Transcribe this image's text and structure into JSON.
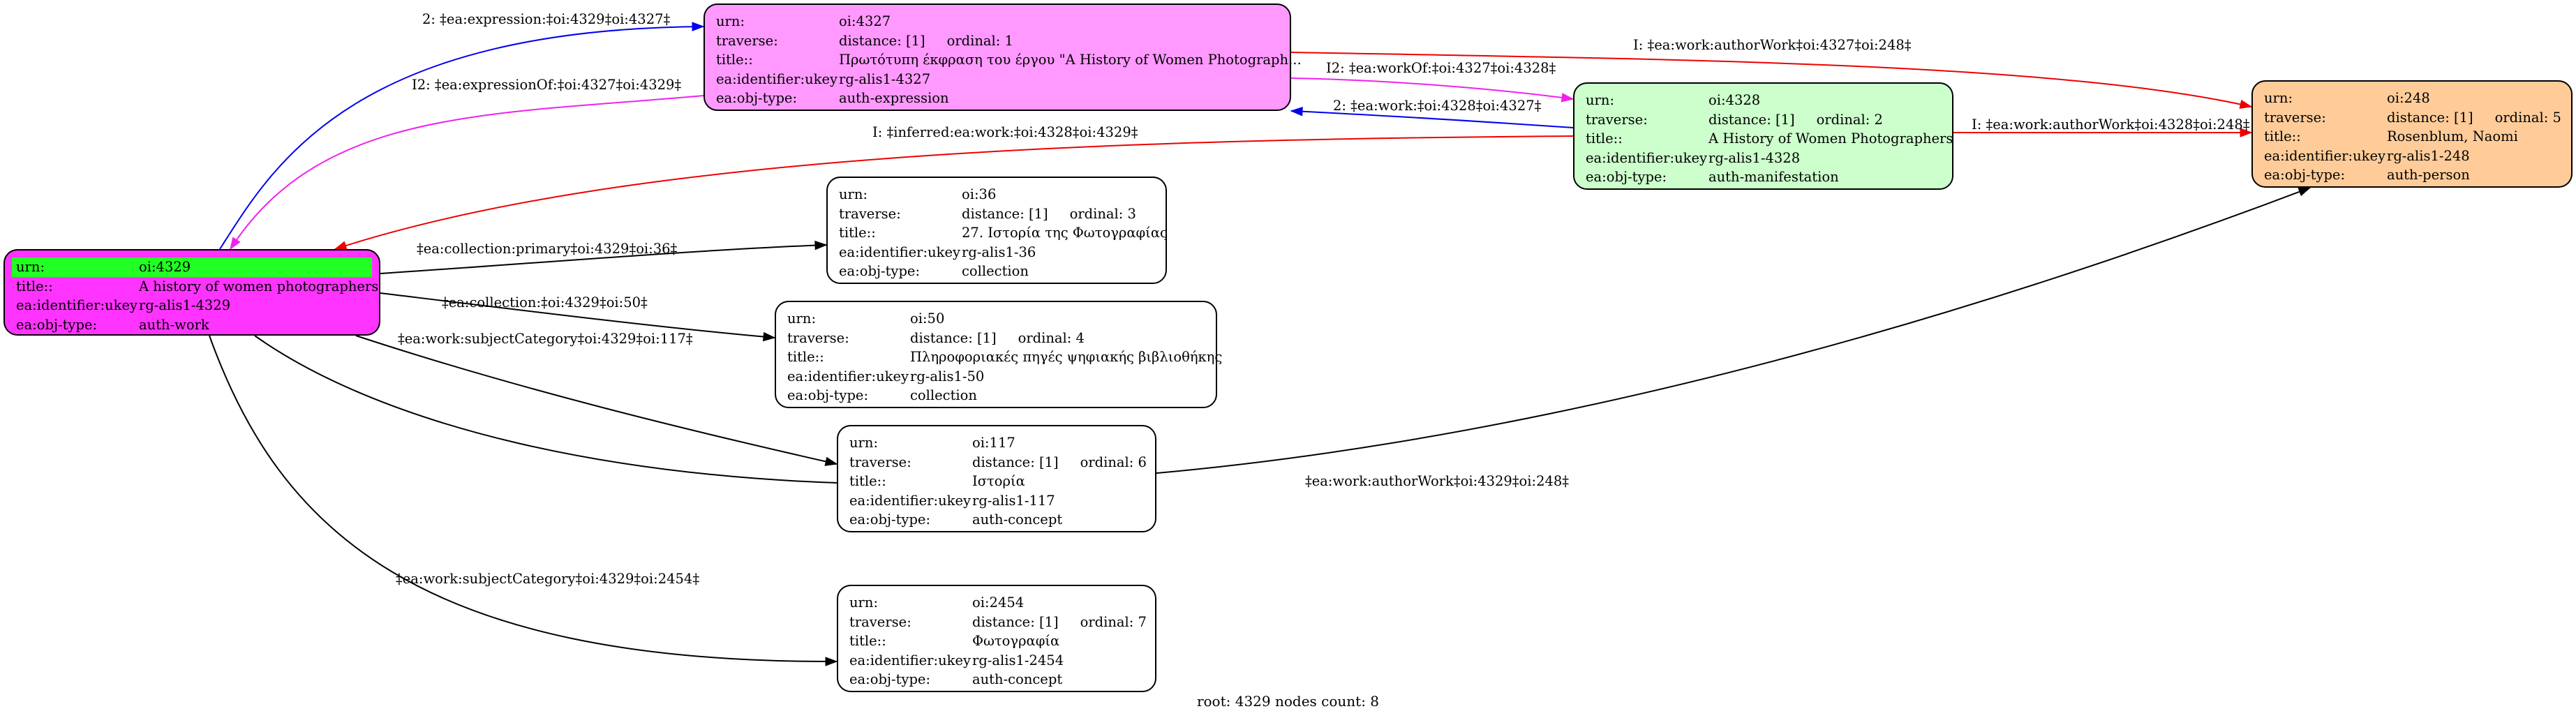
{
  "colors": {
    "root_fill": "#ff33ff",
    "root_urn_highlight": "#22ff22",
    "expression_fill": "#ff99ff",
    "manifestation_fill": "#ccffcc",
    "person_fill": "#ffcc99",
    "plain_fill": "#ffffff",
    "edge_blue": "#0000ee",
    "edge_magenta": "#ee22ee",
    "edge_red": "#ee0000",
    "edge_black": "#000000"
  },
  "nodes": {
    "n4329": {
      "urn": "oi:4329",
      "title": "A history of women photographers",
      "ukey": "rg-alis1-4329",
      "type": "auth-work"
    },
    "n4327": {
      "urn": "oi:4327",
      "traverse": "distance: [1]     ordinal: 1",
      "title": "Πρωτότυπη έκφραση του έργου \"A History of Women Photograph...",
      "ukey": "rg-alis1-4327",
      "type": "auth-expression"
    },
    "n4328": {
      "urn": "oi:4328",
      "traverse": "distance: [1]     ordinal: 2",
      "title": "A History of Women Photographers",
      "ukey": "rg-alis1-4328",
      "type": "auth-manifestation"
    },
    "n248": {
      "urn": "oi:248",
      "traverse": "distance: [1]     ordinal: 5",
      "title": "Rosenblum, Naomi",
      "ukey": "rg-alis1-248",
      "type": "auth-person"
    },
    "n36": {
      "urn": "oi:36",
      "traverse": "distance: [1]     ordinal: 3",
      "title": "27. Ιστορία της Φωτογραφίας",
      "ukey": "rg-alis1-36",
      "type": "collection"
    },
    "n50": {
      "urn": "oi:50",
      "traverse": "distance: [1]     ordinal: 4",
      "title": "Πληροφοριακές πηγές ψηφιακής βιβλιοθήκης",
      "ukey": "rg-alis1-50",
      "type": "collection"
    },
    "n117": {
      "urn": "oi:117",
      "traverse": "distance: [1]     ordinal: 6",
      "title": "Ιστορία",
      "ukey": "rg-alis1-117",
      "type": "auth-concept"
    },
    "n2454": {
      "urn": "oi:2454",
      "traverse": "distance: [1]     ordinal: 7",
      "title": "Φωτογραφία",
      "ukey": "rg-alis1-2454",
      "type": "auth-concept"
    }
  },
  "field_labels": {
    "urn": "urn:",
    "traverse": "traverse:",
    "title": "title::",
    "ukey": "ea:identifier:ukey",
    "type": "ea:obj-type:"
  },
  "edges": [
    {
      "from": "n4329",
      "to": "n4327",
      "label": "2: ‡ea:expression:‡oi:4329‡oi:4327‡",
      "color": "edge_blue"
    },
    {
      "from": "n4327",
      "to": "n4329",
      "label": "I2: ‡ea:expressionOf:‡oi:4327‡oi:4329‡",
      "color": "edge_magenta"
    },
    {
      "from": "n4327",
      "to": "n248",
      "label": "I: ‡ea:work:authorWork‡oi:4327‡oi:248‡",
      "color": "edge_red"
    },
    {
      "from": "n4327",
      "to": "n4328",
      "label": "I2: ‡ea:workOf:‡oi:4327‡oi:4328‡",
      "color": "edge_magenta"
    },
    {
      "from": "n4328",
      "to": "n4327",
      "label": "2: ‡ea:work:‡oi:4328‡oi:4327‡",
      "color": "edge_blue"
    },
    {
      "from": "n4328",
      "to": "n4329",
      "label": "I: ‡inferred:ea:work:‡oi:4328‡oi:4329‡",
      "color": "edge_red"
    },
    {
      "from": "n4328",
      "to": "n248",
      "label": "I: ‡ea:work:authorWork‡oi:4328‡oi:248‡",
      "color": "edge_red"
    },
    {
      "from": "n4329",
      "to": "n36",
      "label": "‡ea:collection:primary‡oi:4329‡oi:36‡",
      "color": "edge_black"
    },
    {
      "from": "n4329",
      "to": "n50",
      "label": "‡ea:collection:‡oi:4329‡oi:50‡",
      "color": "edge_black"
    },
    {
      "from": "n4329",
      "to": "n117",
      "label": "‡ea:work:subjectCategory‡oi:4329‡oi:117‡",
      "color": "edge_black"
    },
    {
      "from": "n4329",
      "to": "n248",
      "label": "‡ea:work:authorWork‡oi:4329‡oi:248‡",
      "color": "edge_black"
    },
    {
      "from": "n4329",
      "to": "n2454",
      "label": "‡ea:work:subjectCategory‡oi:4329‡oi:2454‡",
      "color": "edge_black"
    }
  ],
  "footer": "root: 4329 nodes count: 8"
}
